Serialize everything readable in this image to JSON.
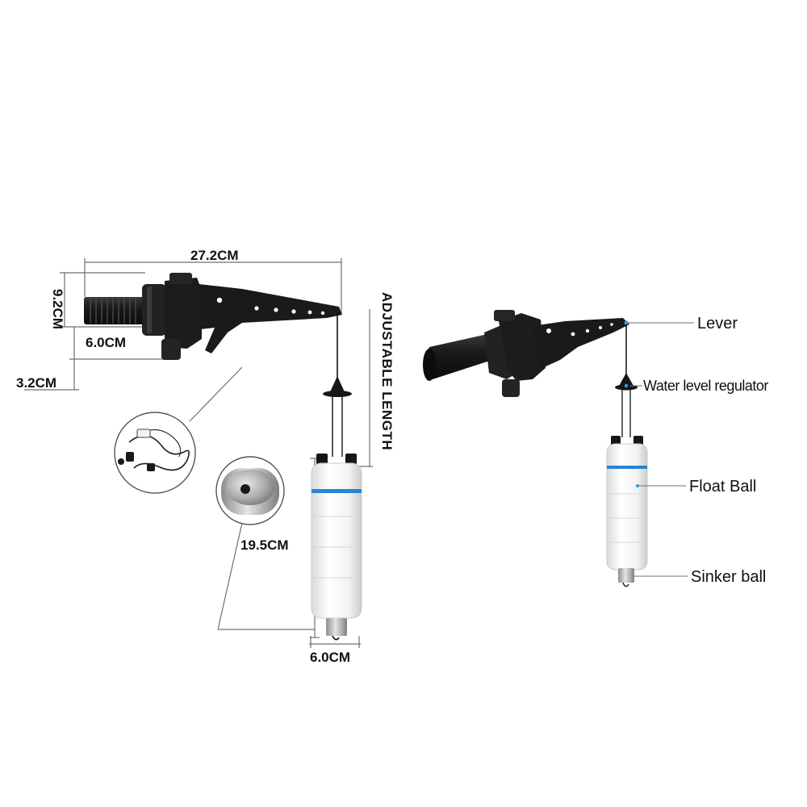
{
  "dimensions": {
    "overall_length": "27.2CM",
    "height": "9.2CM",
    "body_width": "6.0CM",
    "base_height": "3.2CM",
    "adjustable_length": "ADJUSTABLE LENGTH",
    "float_length": "19.5CM",
    "float_width": "6.0CM"
  },
  "callouts": {
    "lever": "Lever",
    "water_level_regulator": "Water level regulator",
    "float_ball": "Float Ball",
    "sinker_ball": "Sinker ball"
  },
  "colors": {
    "valve_body": "#1c1c1c",
    "float_body": "#f4f5f4",
    "float_band": "#2a86d4",
    "sinker": "#a9abad",
    "dimension_line": "#6f6f6f",
    "callout_dot": "#2aa0e6"
  },
  "icons": {
    "accessory_inset": "cable-accessory-icon",
    "sinker_inset": "sinker-weight-icon"
  }
}
